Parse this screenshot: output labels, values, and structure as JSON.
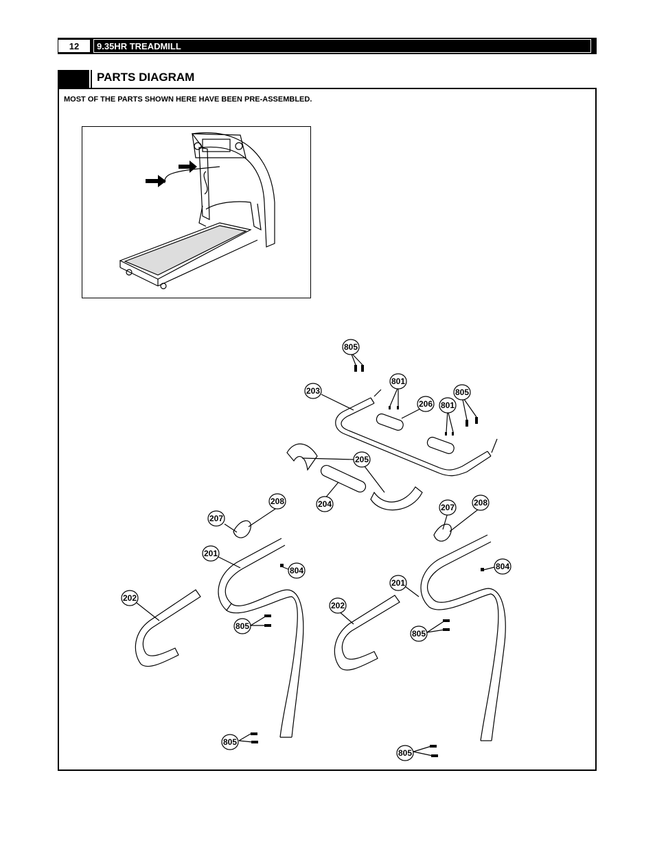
{
  "header": {
    "page_number": "12",
    "title": "9.35HR TREADMILL"
  },
  "section": {
    "title": "PARTS DIAGRAM"
  },
  "note": "MOST OF THE PARTS SHOWN HERE HAVE BEEN PRE-ASSEMBLED.",
  "callouts": {
    "c805": "805",
    "c801": "801",
    "c203": "203",
    "c206": "206",
    "c205": "205",
    "c204": "204",
    "c207": "207",
    "c208": "208",
    "c201": "201",
    "c804": "804",
    "c202": "202"
  }
}
